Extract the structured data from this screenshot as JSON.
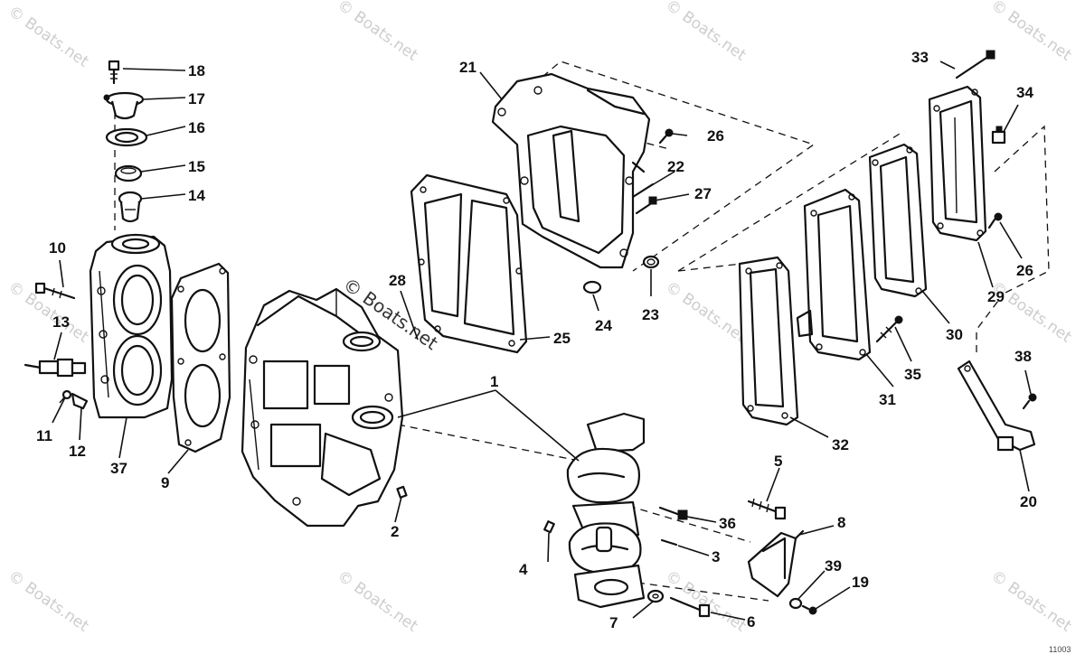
{
  "watermark": {
    "text": "© Boats.net"
  },
  "figure_number": "11003",
  "callouts": {
    "c1": "1",
    "c2": "2",
    "c3": "3",
    "c4": "4",
    "c5": "5",
    "c6": "6",
    "c7": "7",
    "c8": "8",
    "c9": "9",
    "c10": "10",
    "c11": "11",
    "c12": "12",
    "c13": "13",
    "c14": "14",
    "c15": "15",
    "c16": "16",
    "c17": "17",
    "c18": "18",
    "c19": "19",
    "c20": "20",
    "c21": "21",
    "c22": "22",
    "c23": "23",
    "c24": "24",
    "c25": "25",
    "c26a": "26",
    "c26b": "26",
    "c27": "27",
    "c28": "28",
    "c29": "29",
    "c30": "30",
    "c31": "31",
    "c32": "32",
    "c33": "33",
    "c34": "34",
    "c35": "35",
    "c36": "36",
    "c37": "37",
    "c38": "38",
    "c39": "39"
  }
}
